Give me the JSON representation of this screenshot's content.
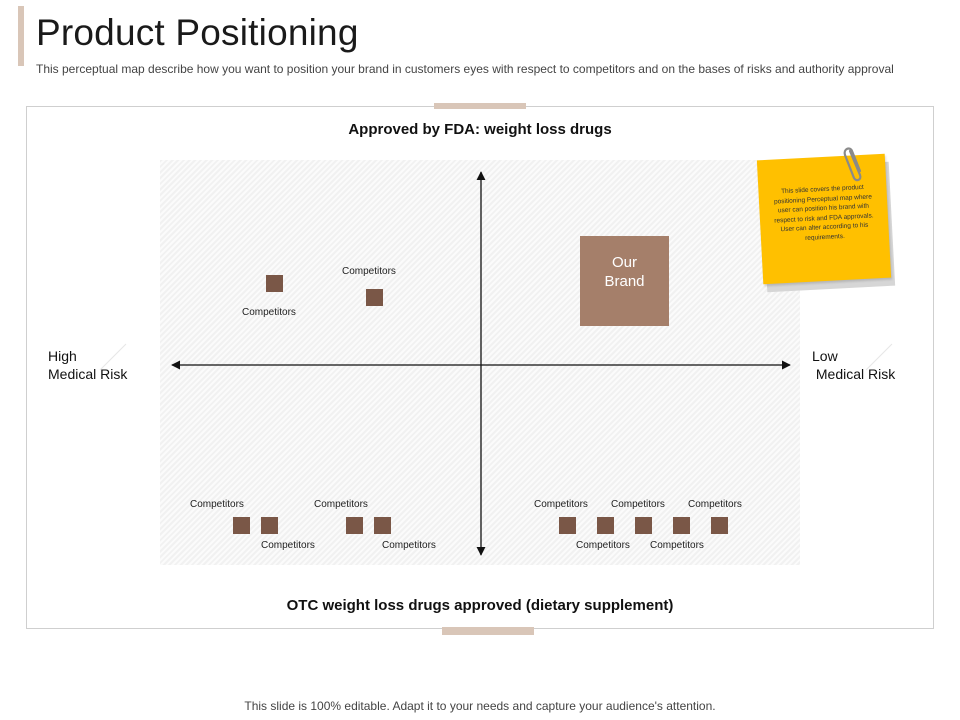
{
  "header": {
    "title": "Product Positioning",
    "subtitle": "This perceptual map describe how you want to position your brand in customers eyes with respect to competitors and on the bases of risks and authority approval"
  },
  "map": {
    "top_label": "Approved by FDA: weight loss drugs",
    "bottom_label": "OTC weight loss drugs approved (dietary supplement)",
    "left_label": "High\nMedical Risk",
    "right_label": "Low\n Medical Risk",
    "brand_label": "Our\nBrand",
    "competitor_label": "Competitors"
  },
  "note": {
    "text": "This slide covers the product positioning Perceptual map where user can position his brand with respect to risk and FDA approvals. User can alter according to his requirements."
  },
  "footer": {
    "text": "This slide is 100% editable. Adapt it to your needs and capture your audience's attention."
  },
  "colors": {
    "accent": "#d9c6b8",
    "competitor": "#7a5747",
    "brand": "#a57f6a",
    "note": "#ffc000"
  },
  "icons": [
    "paperclip-icon"
  ]
}
